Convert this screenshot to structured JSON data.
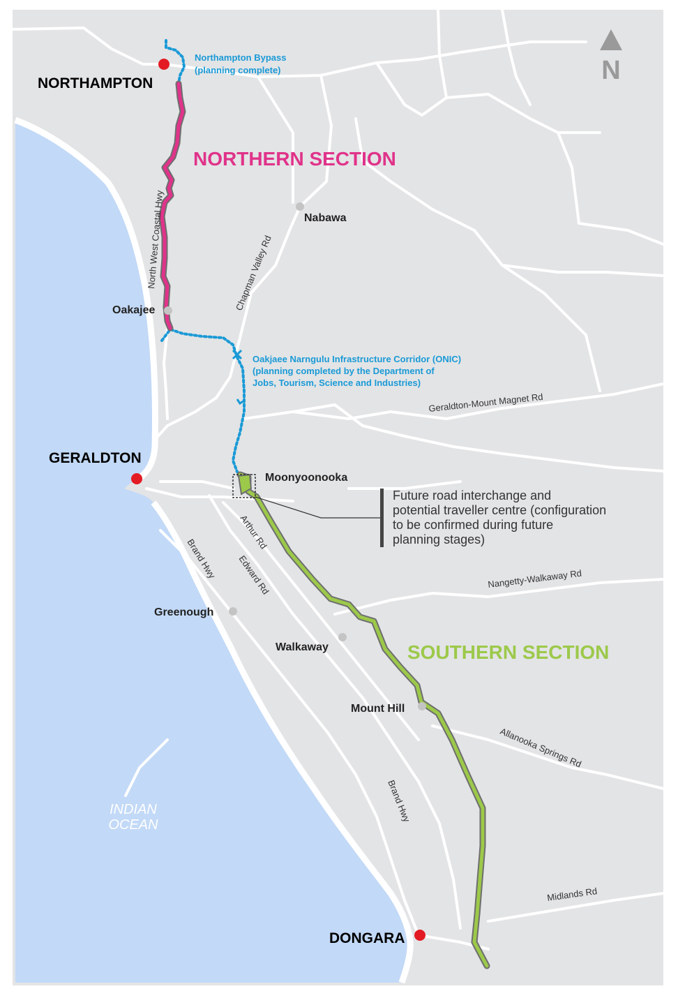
{
  "map": {
    "ocean_label": [
      "INDIAN",
      "OCEAN"
    ],
    "north_label": "N",
    "sections": {
      "northern": "NORTHERN SECTION",
      "southern": "SOUTHERN SECTION"
    },
    "major_towns": [
      "NORTHAMPTON",
      "GERALDTON",
      "DONGARA"
    ],
    "minor_places": [
      "Nabawa",
      "Oakajee",
      "Moonyoonooka",
      "Greenough",
      "Walkaway",
      "Mount Hill"
    ],
    "roads": {
      "nwch": "North West Coastal Hwy",
      "chapman": "Chapman Valley Rd",
      "gmm": "Geraldton-Mount Magnet Rd",
      "arthur": "Arthur Rd",
      "edward": "Edward Rd",
      "brand1": "Brand Hwy",
      "brand2": "Brand Hwy",
      "nangetty": "Nangetty-Walkaway Rd",
      "allanooka": "Allanooka Springs Rd",
      "midlands": "Midlands Rd"
    },
    "bypass_note": [
      "Northampton Bypass",
      "(planning complete)"
    ],
    "onic_note": [
      "Oakjaee Narngulu Infrastructure Corridor (ONIC)",
      "(planning completed by the Department of",
      "Jobs, Tourism, Science and Industries)"
    ],
    "callout": [
      "Future road interchange and",
      "potential traveller centre (configuration",
      "to be confirmed during future",
      "planning stages)"
    ],
    "colors": {
      "land": "#e3e4e6",
      "ocean": "#c2d9f7",
      "roads": "#ffffff",
      "northern_section": "#e0338a",
      "southern_section": "#9cc94a",
      "planned_corridor": "#1a9ad6",
      "town_marker": "#e31b23",
      "place_marker": "#c4c4c4"
    }
  }
}
